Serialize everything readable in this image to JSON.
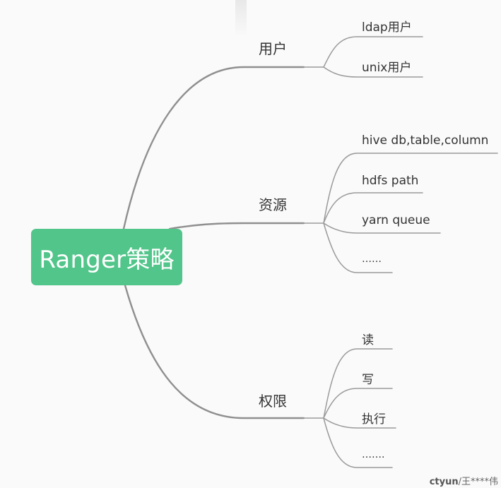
{
  "root": {
    "label": "Ranger策略",
    "color": "#52c58a"
  },
  "branches": [
    {
      "label": "用户",
      "leaves": [
        "ldap用户",
        "unix用户"
      ]
    },
    {
      "label": "资源",
      "leaves": [
        "hive db,table,column",
        "hdfs path",
        "yarn queue",
        "……"
      ]
    },
    {
      "label": "权限",
      "leaves": [
        "读",
        "写",
        "执行",
        "……."
      ]
    }
  ],
  "watermark": {
    "site": "ctyun",
    "user": "/王****伟"
  }
}
